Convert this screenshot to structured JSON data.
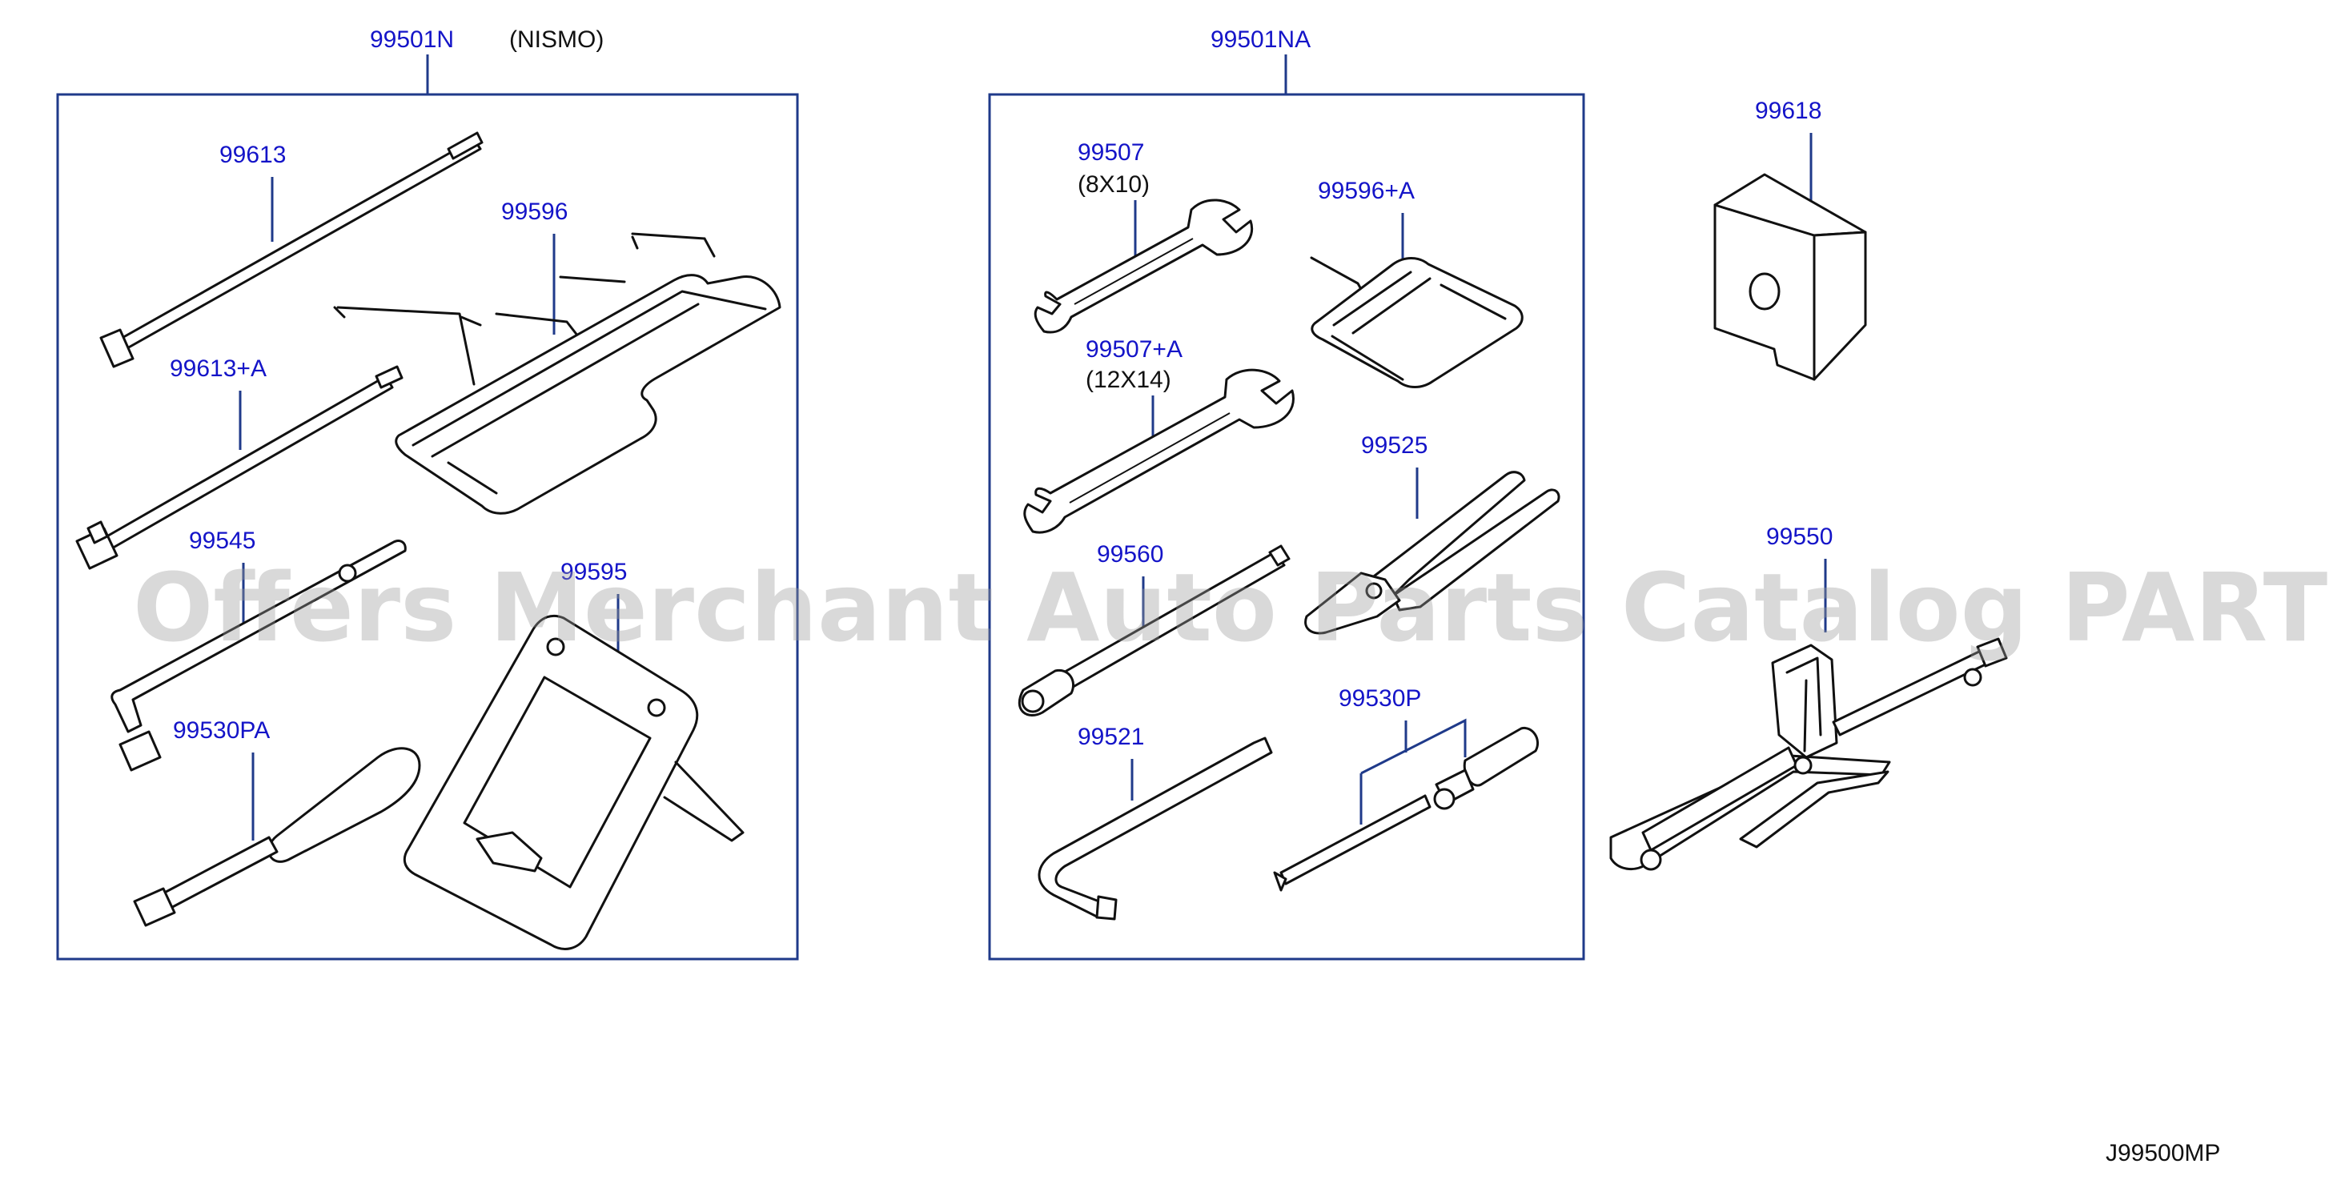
{
  "diagram_code": "J99500MP",
  "watermark": "Offers Merchant Auto Parts Catalog PARTSTORE.SA",
  "groups": {
    "left": {
      "part_no": "99501N",
      "note": "(NISMO)"
    },
    "right": {
      "part_no": "99501NA"
    }
  },
  "parts": {
    "p99613": {
      "label": "99613",
      "item": "jack-handle-rod"
    },
    "p99613a": {
      "label": "99613+A",
      "item": "jack-handle-extension"
    },
    "p99596": {
      "label": "99596",
      "item": "tool-bag-holder"
    },
    "p99545": {
      "label": "99545",
      "item": "spark-plug-wrench"
    },
    "p99595": {
      "label": "99595",
      "item": "warning-triangle-stand"
    },
    "p99530pa": {
      "label": "99530PA",
      "item": "screwdriver-socket"
    },
    "p99507": {
      "label": "99507",
      "size": "(8X10)",
      "item": "open-end-wrench-small"
    },
    "p99596a": {
      "label": "99596+A",
      "item": "tool-holder-tray"
    },
    "p99507a": {
      "label": "99507+A",
      "size": "(12X14)",
      "item": "open-end-wrench-large"
    },
    "p99525": {
      "label": "99525",
      "item": "pliers"
    },
    "p99560": {
      "label": "99560",
      "item": "wheel-nut-wrench-bar"
    },
    "p99530p": {
      "label": "99530P",
      "item": "screwdriver-set"
    },
    "p99521": {
      "label": "99521",
      "item": "l-hex-wrench"
    },
    "p99618": {
      "label": "99618",
      "item": "jack-spacer-block"
    },
    "p99550": {
      "label": "99550",
      "item": "scissor-jack"
    }
  }
}
